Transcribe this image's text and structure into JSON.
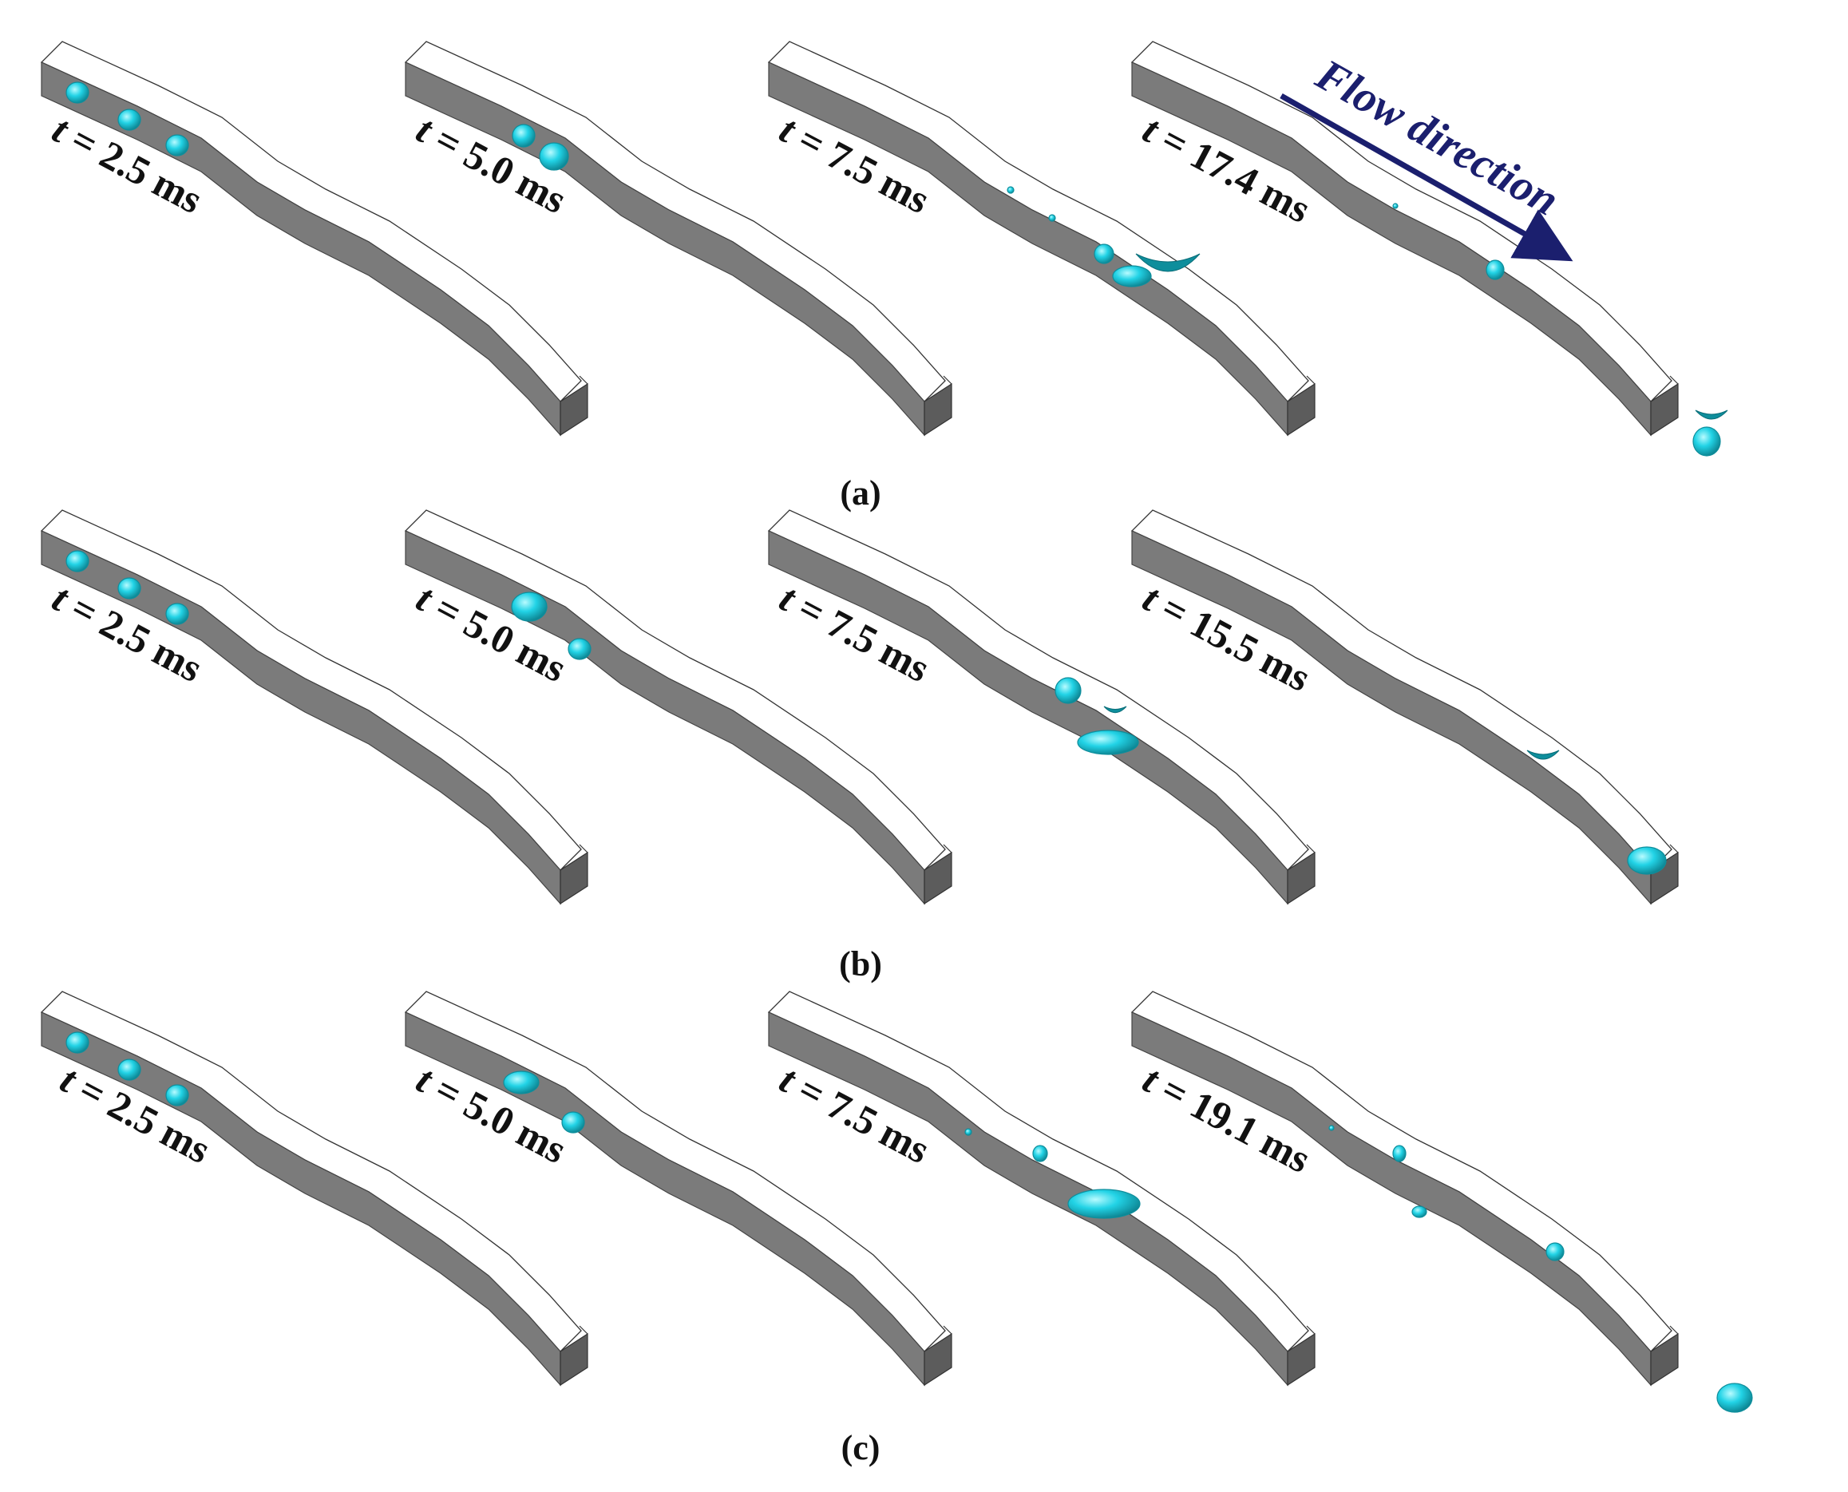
{
  "figure": {
    "panels": [
      {
        "label": "(a)",
        "channels": [
          {
            "time_var": "t",
            "time_text": " = 2.5 ms"
          },
          {
            "time_var": "t",
            "time_text": " = 5.0 ms"
          },
          {
            "time_var": "t",
            "time_text": " = 7.5 ms"
          },
          {
            "time_var": "t",
            "time_text": " = 17.4 ms"
          }
        ]
      },
      {
        "label": "(b)",
        "channels": [
          {
            "time_var": "t",
            "time_text": " = 2.5 ms"
          },
          {
            "time_var": "t",
            "time_text": " = 5.0 ms"
          },
          {
            "time_var": "t",
            "time_text": " = 7.5 ms"
          },
          {
            "time_var": "t",
            "time_text": " = 15.5 ms"
          }
        ]
      },
      {
        "label": "(c)",
        "channels": [
          {
            "time_var": "t",
            "time_text": " = 2.5 ms"
          },
          {
            "time_var": "t",
            "time_text": " = 5.0 ms"
          },
          {
            "time_var": "t",
            "time_text": " = 7.5 ms"
          },
          {
            "time_var": "t",
            "time_text": " = 19.1 ms"
          }
        ]
      }
    ],
    "flow_direction_label": "Flow direction",
    "colors": {
      "channel_wall": "#7b7b7b",
      "channel_top": "#ffffff",
      "outline": "#333333",
      "droplet": "#22d3e6",
      "droplet_shade": "#0e8e9c",
      "arrow": "#1b1f6e",
      "text": "#111111"
    }
  }
}
